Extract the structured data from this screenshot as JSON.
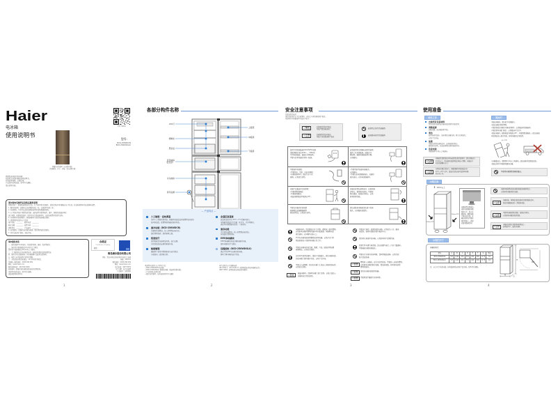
{
  "page1": {
    "brand": "Haier",
    "product_name": "电冰箱",
    "doc_title": "使用说明书",
    "qr_caption": "扫码了解更多",
    "model_label": "型号:",
    "models": [
      "BCD-256WDCN",
      "BCD-256WDGLU"
    ],
    "image_caption": [
      "本图片仅供参考（以实物为准）",
      "外观颜色、尺寸、功能，请以实物为准"
    ],
    "intro_notes": [
      "感谢您选择海尔电冰箱！",
      "在使用之前请仔细阅读本说明书，",
      "并请妥善保管，以备后用。",
      "产品如有技术改进，恕不另行通知，",
      "请以实物为准。"
    ],
    "warranty_box": {
      "title": "海尔家电包修凭证及售后服务说明",
      "lines": [
        "尊敬的用户：感谢您选择海尔产品。为了更好地为您服务，请您在购买时仔细核对以下信息，并妥善保管本凭证及购机发票。",
        "1. 整机包修期：自购机之日起整机包修一年，主要部件包修三年。",
        "2. 包修期内，凭本凭证及有效购机发票享受免费维修服务。",
        "3. 以下情况不属于免费包修范围：未按说明书要求使用、维护、保管而造成损坏的；",
        "   自行拆卸、修理或改装的；因不可抗力造成损坏的；无有效发票和包修凭证的。",
        "4. 包修期外的维修服务，按照国家有关规定收取相应费用。",
        "5. 请销售单位填写以下信息：",
        "   用户姓名：________　联系电话：________",
        "   购买日期：________　发票号码：________",
        "   销售单位：________　产品编号：________",
        "6. 如需服务，请拨打海尔服务热线，我们将竭诚为您服务。",
        "7. 本凭证由用户保存，遗失不补。"
      ]
    },
    "service_box": {
      "title": "海尔服务承诺",
      "lines": [
        "一、服务热线24小时接听，为您提供咨询、报修、投诉等服务。",
        "二、城市用户接到报修后24小时内上门服务；",
        "    农村用户接到报修后48小时内上门服务。",
        "三、上门服务时出示海尔服务证件，按规定收费并出具收费凭证。",
        "四、服务完毕后清理现场，并详细讲解产品使用注意事项。",
        "五、服务人员不接受用户的任何馈赠。",
        "六、对您提出的意见和建议，24小时内给予答复。",
        "全国统一服务热线：4006 999 999",
        "网址：www.haier.com",
        "服务监督电话：400 699 9999",
        "如有疑问，请拨打服务热线或登录海尔官网查询。",
        "本说明书如有变动，恕不另行通知。",
        "请妥善保管本说明书。"
      ]
    },
    "certificate": {
      "title": "合格证",
      "subtitle": "Certificate of Quality",
      "inspector": "检验："
    },
    "company": {
      "name": "青岛海尔股份有限公司",
      "lines": [
        "地址：青岛市崂山区海尔路1号海尔工业园",
        "邮编：266101",
        "服务热线：4006 999 999",
        "网址：www.haier.com",
        "执行标准：GB/T 8059",
        "生产日期：见产品铭牌",
        "产品编号：见条形码"
      ]
    },
    "page_number": "1"
  },
  "page2": {
    "title": "各部分构件名称",
    "parts_left": {
      "led_lamp": "LED灯",
      "shelf": "搁物架",
      "crisper": "果菜盒",
      "variable_drawer": "变温抽屉",
      "variable_room": "（变温室）",
      "freezer_drawer": "冷冻抽屉",
      "leveling_foot": "调平底脚"
    },
    "parts_right": {
      "upper_bottle_rack": "上瓶座",
      "middle_bottle_rack": "中瓶座",
      "lower_bottle_rack": "下瓶座"
    },
    "features_heading": "— 产品特点 —",
    "features_left": [
      {
        "title": "人工智能 · 自动调温",
        "desc": [
          "采用人工智能控制系统，根据环境温度及存储食物自动调节",
          "各间室温度，使食物保持最佳储存状态。"
        ]
      },
      {
        "title": "速冷功能（BCD-256WDCN）",
        "desc": [
          "冷藏室快速降温，放入的食物迅速冷却，",
          "锁住食物营养，保持新鲜口感。"
        ]
      },
      {
        "title": "轻音运行",
        "desc": [
          "采用低噪音压缩机及风机，运行安静，",
          "为您营造舒适安静的家居环境。"
        ]
      },
      {
        "title": "智能管理",
        "desc": [
          "根据用户使用习惯智能调节运行模式，",
          "节能省电，使用更方便。"
        ]
      }
    ],
    "features_right": [
      {
        "title": "全温区变温室",
        "desc": [
          "变温室温度可在-20℃~5℃范围内调节，",
          "可根据需要设定为冷藏、软冷冻、冷冻等模式，",
          "满足不同食物储存需求，一室多用。"
        ]
      },
      {
        "title": "速冻功能",
        "desc": [
          "冷冻室快速降温，放入的食物迅速冻结，",
          "有效锁住食物营养。"
        ]
      },
      {
        "title": "DEO净味模块",
        "desc": [
          "DEO净味模块有效分解冰箱内异味，",
          "保持冰箱内空气清新。"
        ]
      },
      {
        "title": "远程控制（BCD-256WDGLU）",
        "desc": [
          "通过手机APP可远程控制冰箱，",
          "随时了解冰箱的运行状态。"
        ]
      }
    ],
    "notes_left": [
      "本说明书适用于以下型号产品：",
      "—BCD-256WDCN 电冰箱",
      "—BCD-256WDGLU 智能电冰箱（带远程控制功能）",
      "—产品外观以实物为准",
      "—图示仅供参考，如有变更恕不另行通知"
    ],
    "notes_right": [
      "本产品符合以下国家标准：",
      "GB 4706.1、GB 4706.13（家用和类似用途电器的安全）",
      "GB/T 8059（家用和类似用途制冷器具）"
    ],
    "page_number": "2"
  },
  "page3": {
    "title": "安全注意事项",
    "intro": [
      "为保证您的安全：",
      "请您务必遵守以下注意事项，以防止人身伤害和财产损失。",
      "本说明书中的图形符号及含义如下："
    ],
    "legend": {
      "warning": {
        "badge": "警告",
        "lines": [
          "如果操作错误可能会",
          "导致严重伤害或死亡"
        ]
      },
      "caution": {
        "badge": "注意",
        "lines": [
          "如果操作错误可能会",
          "导致人身伤害或财产损失"
        ]
      },
      "prohibit": "必须禁止的行为或操作",
      "mandatory": "必须遵守的行为或操作"
    },
    "grid": [
      {
        "icon": "mandatory-icon",
        "lines": [
          "使用专用电源插座220V/50Hz电源",
          "请使用额定电压220V~、50Hz的",
          "专用电源插座，插座应可靠接地，",
          "不要与其他电器共用同一插座。"
        ]
      },
      {
        "icon": "mandatory-icon",
        "lines": [
          "必须使用符合国家标准的带接地",
          "线的三孔电源插座，插座应可",
          "靠接地，确保电源线接地可靠，",
          "以防触电。"
        ]
      },
      {
        "icon": "prohibit-icon",
        "lines": [
          "不要损坏电源线：",
          "•不要挤压、弯折、拉扯电源线；",
          "•电源线损坏时，请由专业人员",
          "  更换，以免发生危险。"
        ]
      },
      {
        "icon": "prohibit-icon",
        "lines": [
          "•不要用湿手插拔电源插头，",
          "  以防触电。",
          "•不要拉扯电源线拔插头，应握住",
          "  插头拔出，以防电源线损坏。"
        ]
      },
      {
        "icon": "prohibit-icon",
        "lines": [
          "冰箱产品搬运时注意事项：",
          "•不要倒置或横放；",
          "•不要剧烈震动；",
          "•搬运倾斜角度不要超过45°。"
        ]
      },
      {
        "icon": "mandatory-icon",
        "lines": [
          "冰箱应放置在通风良好、远离热源",
          "的地方，避免阳光直射，不要放",
          "置在潮湿、易溅水的地方，以免",
          "影响绝缘性能。"
        ]
      },
      {
        "icon": "prohibit-icon",
        "lines": [
          "不要在冰箱内存放易燃",
          "易爆物品及强酸强碱等",
          "腐蚀性物品，以免发生危险。"
        ]
      },
      {
        "icon": "mandatory-icon",
        "lines": [
          "清洁或维修冰箱前请先拔下电源",
          "插头，以防触电或受伤。"
        ]
      }
    ],
    "list_left": [
      {
        "icon": "mandatory-icon",
        "lines": [
          "冰箱停电时，请尽量减少开门次数，避免放入新的食物，",
          "以免影响冰箱内食物的储存时间及质量，冰箱断电后",
          "再次通电，应间隔5分钟以上。"
        ]
      },
      {
        "icon": "prohibit-icon",
        "lines": [
          "严禁在冰箱顶部放置重物或其他电器，以免开关门时",
          "物品掉落伤人或影响冰箱正常工作。"
        ]
      },
      {
        "icon": "prohibit-icon",
        "lines": [
          "不要在冰箱内存放乙醚、酒精、汽油、胶粘剂等易燃",
          "易爆物品，以免发生爆炸。"
        ]
      },
      {
        "icon": "mandatory-icon",
        "lines": [
          "长时间不使用冰箱时，请拔下电源插头，清洁冰箱内部，",
          "并使冰箱门保持微开状态，以防产生异味。"
        ]
      },
      {
        "icon": "prohibit-icon",
        "lines": [
          "不要让儿童攀爬、悬挂在冰箱门上或进入冰箱内部玩耍，",
          "以免发生危险。"
        ]
      },
      {
        "icon": "warning-badge",
        "badge": "警告",
        "lines": [
          "报废冰箱时，请拆除冰箱门或门封条，以防儿童钻入",
          "冰箱内发生窒息危险。"
        ]
      }
    ],
    "list_right": [
      {
        "icon": "prohibit-icon",
        "lines": [
          "不要自行拆卸、修理或改装冰箱，以免发生火灾、触电",
          "或受伤，维修时请联系海尔服务中心。"
        ]
      },
      {
        "icon": "prohibit-icon",
        "lines": [
          "请勿用水直接冲洗冰箱，以免影响电气绝缘性能。"
        ]
      },
      {
        "icon": "mandatory-icon",
        "lines": [
          "若燃气等可燃气体泄漏，请关闭燃气阀门，打开门窗通风，",
          "不要插拔冰箱电源插头。"
        ]
      },
      {
        "icon": "prohibit-icon",
        "lines": [
          "不要在冷冻室内存放啤酒、饮料等瓶装液体，以免冻裂",
          "瓶子造成伤害。"
        ]
      },
      {
        "icon": "warning-badge",
        "badge": "警告",
        "lines": [
          "食物放入冰箱前，应先冷却至室温，不要放入过热的食物，",
          "以免影响冰箱的制冷效果，增加耗电量，同时影响其他",
          "食物的储存。"
        ]
      },
      {
        "icon": "warning-badge",
        "badge": "警告",
        "lines": [
          "请勿在冰箱内部使用电器。"
        ]
      },
      {
        "icon": "warning-badge",
        "badge": "警告",
        "lines": [
          "不要用湿手触摸冷冻室内壁。"
        ]
      }
    ],
    "page_number": "3"
  },
  "page4": {
    "title": "使用准备",
    "before_use": {
      "label": "使用之前",
      "items": [
        {
          "title": "去除所有包装材料",
          "desc": [
            "包括底部泡沫垫及冰箱内固定附件的胶带等。"
          ]
        },
        {
          "title": "调整底脚",
          "desc": [
            "调整底脚，使冰箱放置平稳。"
          ]
        },
        {
          "title": "清洁",
          "desc": [
            "使用前请用温水、软布擦拭冰箱内部，擦干后再使用，",
            "以免产生异味。"
          ]
        },
        {
          "title": "放置",
          "desc": [
            "冰箱应放置在通风良好、远离热源的地方，",
            "避免阳光直射，背面及两侧应留有散热空间。"
          ]
        },
        {
          "title": "连接电源",
          "desc": [
            "冰箱静置2小时以上再通电。"
          ]
        }
      ],
      "cautions": [
        {
          "badge": "注意",
          "lines": [
            "冰箱初次使用或长时间未使用后再次使用时，请先空箱运行",
            "2小时以上，待冰箱内温度降低后再放入食物，冰箱运行",
            "时请勿频繁开关门。"
          ]
        },
        {
          "badge": "注意",
          "lines": [
            "为保证冰箱正常运行，冰箱周围的环境温度应在",
            "10℃~43℃之间，温度过低或过高均会影响冰箱",
            "的正常工作。"
          ]
        }
      ]
    },
    "moving": {
      "label": "搬运时",
      "bullets": [
        "•搬运冰箱前，请先拔下电源插头。",
        "•取出冰箱内所有食物。",
        "•用胶带固定冰箱内可移动的附件，以免搬运时滑落损坏。",
        "•用胶带将冰箱门固定，以免搬运时门打开。",
        "•搬运冰箱时，倾斜角度不能超过45°，不要倒置或横放，以免压缩机",
        "  内润滑油流入制冷系统，影响冰箱的正常使用。"
      ],
      "tilt_label": "45°以内",
      "bullets_after": [
        "•冰箱搬运后，请静置2小时以上再通电，使压缩机内润滑油回流。",
        "•搬运过程中不要剧烈震动冰箱。"
      ],
      "prohibit_note": "不要将冰箱倒置或横放搬运。"
    },
    "placement": {
      "label": "冰箱位置",
      "top_gap": "10mm以上",
      "left_gap": "50mm以上",
      "right_gap": "50mm以上",
      "detail_lines": [
        "冰箱放置在地面后，",
        "请调节底脚使冰箱",
        "保持水平，防止冰",
        "箱前倾，确保冰箱",
        "门能自动关闭。冰",
        "箱应放置在平整坚",
        "固的地面上，底部",
        "应留有散热空间。"
      ],
      "notes": [
        {
          "icon": "prohibit-icon",
          "lines": [
            "冰箱不要放置在阳光直射或靠近热源的地方，",
            "以免影响冰箱的制冷效果。"
          ]
        },
        {
          "icon": "caution-badge",
          "badge": "注意",
          "lines": [
            "冰箱背面、两侧及顶部应留有足够的散热空间，",
            "保证冰箱散热良好，降低耗电量。"
          ]
        },
        {
          "icon": "caution-badge",
          "badge": "注意",
          "lines": [
            "不要将冰箱放置在潮湿、易溅水的地方，",
            "以免影响冰箱的绝缘性能。"
          ]
        },
        {
          "icon": "caution-badge",
          "badge": "注意",
          "lines": [
            "冰箱应放置在平整坚固的地面上，",
            "如地面不平，请调节底脚。"
          ]
        }
      ]
    },
    "dimensions": {
      "label": "冰箱的尺寸",
      "caption": "冰箱的尺寸",
      "headers": [
        "型号",
        "A",
        "B",
        "C",
        "D",
        "E",
        "F",
        "G",
        "单位"
      ],
      "rows": [
        [
          "BCD-256WDCN",
          "597",
          "1902",
          "624",
          "555",
          "640",
          "900",
          "1170",
          "mm"
        ],
        [
          "BCD-256WDGLU",
          "597",
          "1902",
          "624",
          "555",
          "640",
          "900",
          "1170",
          "mm"
        ]
      ],
      "note": "注：以上尺寸为近似值，如有变更请以实际产品为准，恕不另行通知。",
      "drawing_labels": {
        "height": "H",
        "width": "W",
        "depth": "D",
        "door_angle": "90°"
      }
    },
    "page_number": "4"
  },
  "colors": {
    "accent_blue": "#2f7dd1",
    "rule_blue": "#6f97d6",
    "tag_blue": "#9dbde9",
    "feature_panel": "#e8f0fa",
    "fridge_bronze": "#7d6852"
  }
}
